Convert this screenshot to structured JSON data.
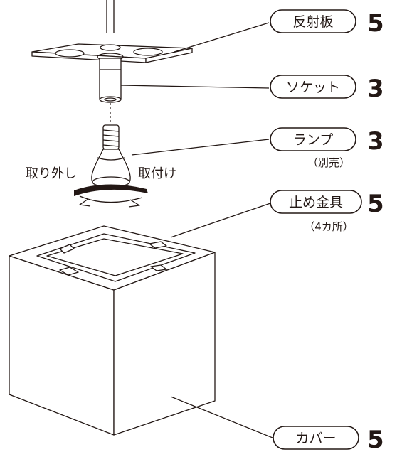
{
  "labels": {
    "reflector": {
      "name": "反射板",
      "number": "5"
    },
    "socket": {
      "name": "ソケット",
      "number": "3"
    },
    "lamp": {
      "name": "ランプ",
      "number": "3",
      "note": "（別売）"
    },
    "clip": {
      "name": "止め金具",
      "number": "5",
      "note": "（4カ所）"
    },
    "cover": {
      "name": "カバー",
      "number": "5"
    }
  },
  "actions": {
    "remove": "取り外し",
    "attach": "取付け"
  },
  "colors": {
    "line": "#231815",
    "background": "#ffffff"
  }
}
